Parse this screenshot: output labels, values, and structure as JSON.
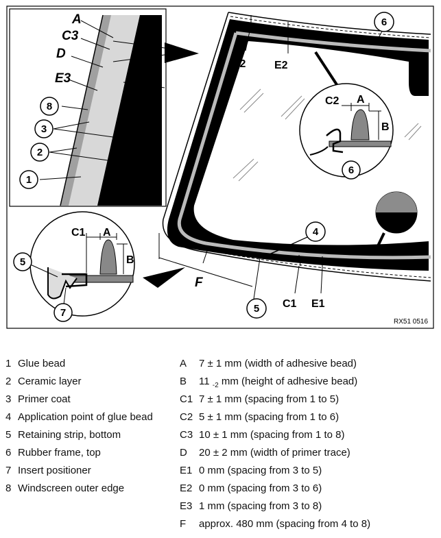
{
  "diagram": {
    "callouts_top_left": {
      "A": "A",
      "C3": "C3",
      "D": "D",
      "E3": "E3"
    },
    "circle_labels": {
      "n1": "1",
      "n2": "2",
      "n3": "3",
      "n4": "4",
      "n5": "5",
      "n6": "6",
      "n7": "7",
      "n8": "8"
    },
    "dimension_labels": {
      "C1": "C1",
      "C2": "C2",
      "E1": "E1",
      "E2": "E2",
      "F": "F",
      "A": "A",
      "B": "B"
    },
    "reference_code": "RX51 0516"
  },
  "legend": {
    "parts": [
      {
        "num": "1",
        "text": "Glue bead"
      },
      {
        "num": "2",
        "text": "Ceramic layer"
      },
      {
        "num": "3",
        "text": "Primer coat"
      },
      {
        "num": "4",
        "text": "Application point of glue bead"
      },
      {
        "num": "5",
        "text": "Retaining strip, bottom"
      },
      {
        "num": "6",
        "text": "Rubber frame, top"
      },
      {
        "num": "7",
        "text": "Insert positioner"
      },
      {
        "num": "8",
        "text": "Windscreen outer edge"
      }
    ],
    "dims": [
      {
        "key": "A",
        "value": "7 ± 1 mm (width of adhesive bead)"
      },
      {
        "key": "B",
        "value_main": "11",
        "value_sub": "-2",
        "value_rest": " mm (height of adhesive bead)"
      },
      {
        "key": "C1",
        "value": "7 ± 1 mm (spacing from 1 to 5)"
      },
      {
        "key": "C2",
        "value": "5 ± 1 mm (spacing from 1 to 6)"
      },
      {
        "key": "C3",
        "value": "10 ± 1 mm (spacing from 1 to 8)"
      },
      {
        "key": "D",
        "value": "20 ± 2 mm (width of primer trace)"
      },
      {
        "key": "E1",
        "value": "0 mm (spacing from 3 to 5)"
      },
      {
        "key": "E2",
        "value": "0 mm (spacing from 3 to 6)"
      },
      {
        "key": "E3",
        "value": "1 mm (spacing from 3 to 8)"
      },
      {
        "key": "F",
        "value": "approx. 480 mm (spacing from 4 to 8)"
      }
    ]
  }
}
